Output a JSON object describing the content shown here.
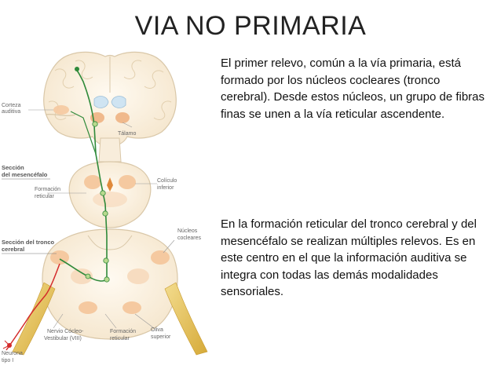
{
  "slide": {
    "title": "VIA NO PRIMARIA",
    "paragraph_1": "El primer relevo, común a la vía primaria, está formado por los núcleos cocleares (tronco cerebral). Desde estos núcleos, un grupo de fibras finas se unen a la vía reticular ascendente.",
    "paragraph_2": "En la formación reticular del tronco cerebral y del mesencéfalo se realizan múltiples relevos. Es en este centro en el que la información auditiva se integra con todas las demás modalidades sensoriales."
  },
  "figure": {
    "labels": {
      "corteza_1": "Corteza",
      "corteza_2": "auditiva",
      "talamo": "Tálamo",
      "seccion_mes_1": "Sección",
      "seccion_mes_2": "del mesencéfalo",
      "formacion_1": "Formación",
      "formacion_2": "reticular",
      "coliculo_1": "Colículo",
      "coliculo_2": "inferior",
      "nucleos_1": "Núcleos",
      "nucleos_2": "cocleares",
      "seccion_tronco_1": "Sección del tronco",
      "seccion_tronco_2": "cerebral",
      "nervio_1": "Nervio Cóclео-",
      "nervio_2": "Vestibular (VIII)",
      "formacion_b_1": "Formación",
      "formacion_b_2": "reticular",
      "oliva_1": "Oliva",
      "oliva_2": "superior",
      "neurona_1": "Neurona",
      "neurona_2": "tipo I"
    },
    "colors": {
      "tissue": "#fbf3e6",
      "tissue_edge": "#d9c7a8",
      "nucleus": "#f5c9a0",
      "fiber": "#2f8a3a",
      "node": "#b8d98e",
      "nerve": "#e7c45a",
      "neuron": "#d42b2b"
    }
  }
}
